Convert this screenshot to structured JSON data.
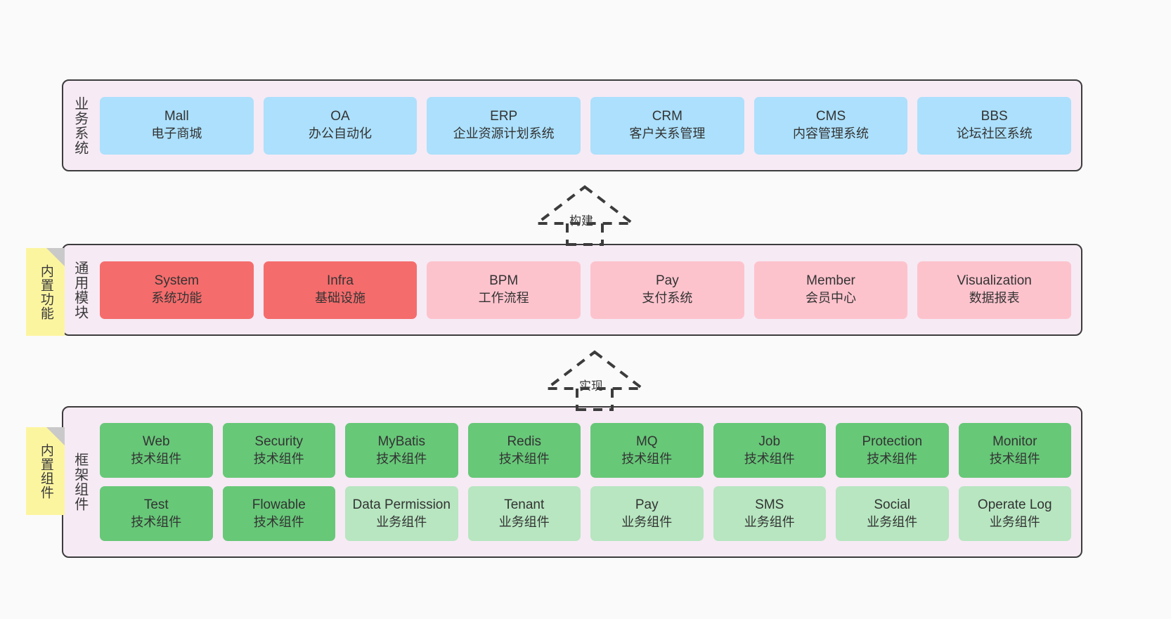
{
  "diagram": {
    "background_color": "#fafafa",
    "panel_color": "#f6eaf4",
    "border_color": "#3c3c3c"
  },
  "layers": [
    {
      "id": "business-systems",
      "title": "业务系统",
      "tag": null,
      "rows": [
        {
          "style": "blue",
          "cards": [
            {
              "en": "Mall",
              "cn": "电子商城"
            },
            {
              "en": "OA",
              "cn": "办公自动化"
            },
            {
              "en": "ERP",
              "cn": "企业资源计划系统"
            },
            {
              "en": "CRM",
              "cn": "客户关系管理"
            },
            {
              "en": "CMS",
              "cn": "内容管理系统"
            },
            {
              "en": "BBS",
              "cn": "论坛社区系统"
            }
          ]
        }
      ]
    },
    {
      "id": "common-modules",
      "title": "通用模块",
      "tag": "内置功能",
      "rows": [
        {
          "style": "mixed",
          "cards": [
            {
              "en": "System",
              "cn": "系统功能",
              "color": "red"
            },
            {
              "en": "Infra",
              "cn": "基础设施",
              "color": "red"
            },
            {
              "en": "BPM",
              "cn": "工作流程",
              "color": "pink"
            },
            {
              "en": "Pay",
              "cn": "支付系统",
              "color": "pink"
            },
            {
              "en": "Member",
              "cn": "会员中心",
              "color": "pink"
            },
            {
              "en": "Visualization",
              "cn": "数据报表",
              "color": "pink"
            }
          ]
        }
      ]
    },
    {
      "id": "framework-components",
      "title": "框架组件",
      "tag": "内置组件",
      "rows": [
        {
          "style": "green",
          "cards": [
            {
              "en": "Web",
              "cn": "技术组件",
              "color": "green"
            },
            {
              "en": "Security",
              "cn": "技术组件",
              "color": "green"
            },
            {
              "en": "MyBatis",
              "cn": "技术组件",
              "color": "green"
            },
            {
              "en": "Redis",
              "cn": "技术组件",
              "color": "green"
            },
            {
              "en": "MQ",
              "cn": "技术组件",
              "color": "green"
            },
            {
              "en": "Job",
              "cn": "技术组件",
              "color": "green"
            },
            {
              "en": "Protection",
              "cn": "技术组件",
              "color": "green"
            },
            {
              "en": "Monitor",
              "cn": "技术组件",
              "color": "green"
            }
          ]
        },
        {
          "style": "green",
          "cards": [
            {
              "en": "Test",
              "cn": "技术组件",
              "color": "green"
            },
            {
              "en": "Flowable",
              "cn": "技术组件",
              "color": "green"
            },
            {
              "en": "Data Permission",
              "cn": "业务组件",
              "color": "greenlight"
            },
            {
              "en": "Tenant",
              "cn": "业务组件",
              "color": "greenlight"
            },
            {
              "en": "Pay",
              "cn": "业务组件",
              "color": "greenlight"
            },
            {
              "en": "SMS",
              "cn": "业务组件",
              "color": "greenlight"
            },
            {
              "en": "Social",
              "cn": "业务组件",
              "color": "greenlight"
            },
            {
              "en": "Operate Log",
              "cn": "业务组件",
              "color": "greenlight"
            }
          ]
        }
      ]
    }
  ],
  "connectors": [
    {
      "id": "build-arrow",
      "label": "构建"
    },
    {
      "id": "implement-arrow",
      "label": "实现"
    }
  ],
  "colors": {
    "blue": "#ace0fc",
    "red": "#f56c6c",
    "pink": "#fdc3cd",
    "green": "#67c878",
    "green_light": "#b7e6c0",
    "sticky_yellow": "#fcf5a0",
    "panel": "#f6eaf4"
  }
}
